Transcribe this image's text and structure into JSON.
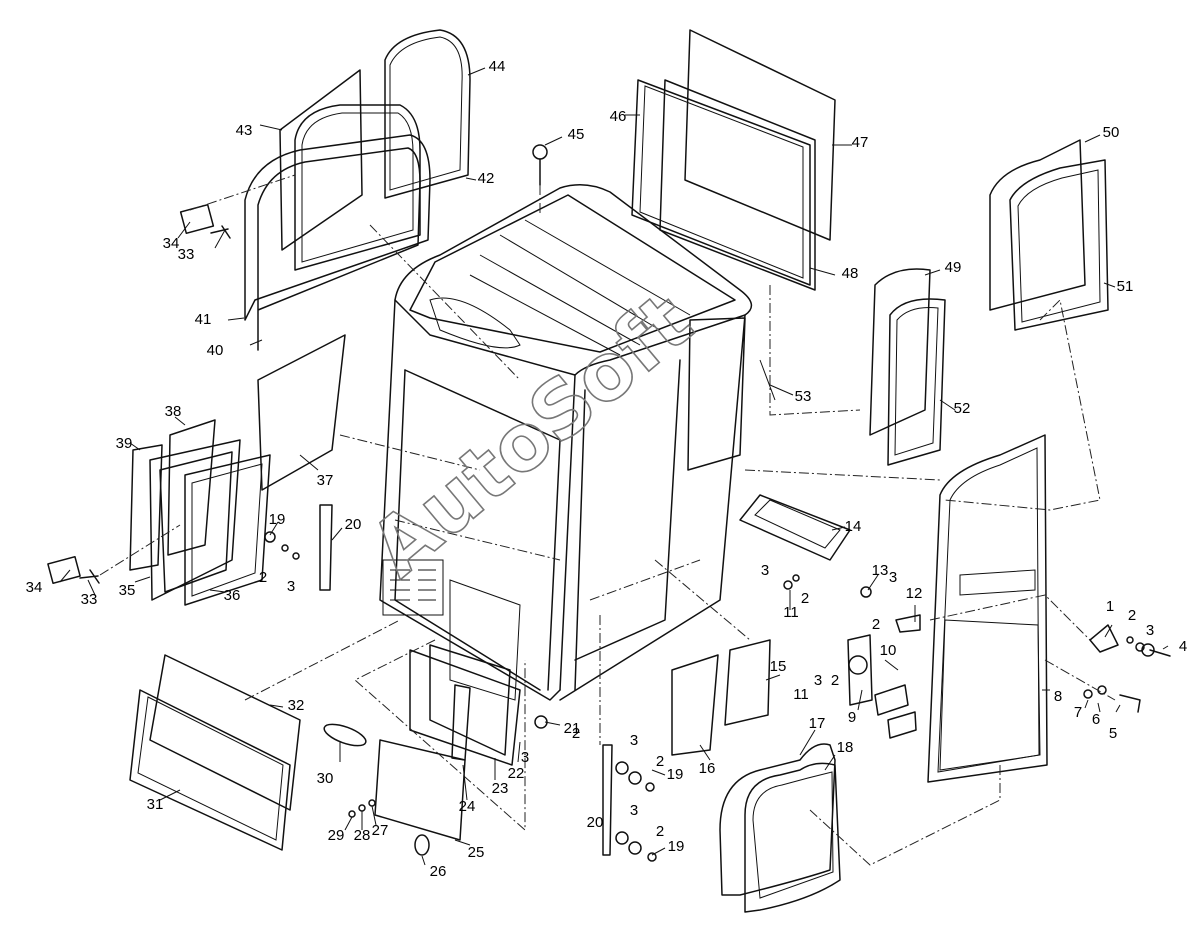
{
  "watermark": "AutoSoft",
  "corner_mark": "",
  "labels": [
    "1",
    "2",
    "3",
    "4",
    "5",
    "6",
    "7",
    "8",
    "9",
    "10",
    "11",
    "12",
    "13",
    "14",
    "15",
    "16",
    "17",
    "18",
    "19",
    "20",
    "21",
    "22",
    "23",
    "24",
    "25",
    "26",
    "27",
    "28",
    "29",
    "30",
    "31",
    "32",
    "33",
    "34",
    "35",
    "36",
    "37",
    "38",
    "39",
    "40",
    "41",
    "42",
    "43",
    "44",
    "45",
    "46",
    "47",
    "48",
    "49",
    "50",
    "51",
    "52",
    "53"
  ],
  "colors": {
    "line": "#111111",
    "watermark": "#777777",
    "background": "#ffffff"
  }
}
